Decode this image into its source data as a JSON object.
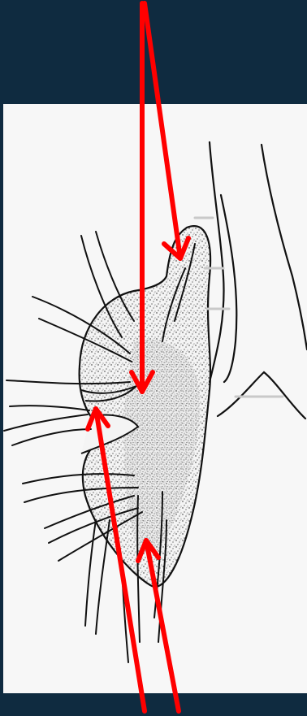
{
  "figure": {
    "background_color": "#0f2b40",
    "panel_color": "#f7f7f7",
    "line_color": "#111111",
    "arrow_color": "#ff0000",
    "arrow_count": 4,
    "arrow_directions": [
      "down",
      "down",
      "up",
      "up"
    ]
  }
}
